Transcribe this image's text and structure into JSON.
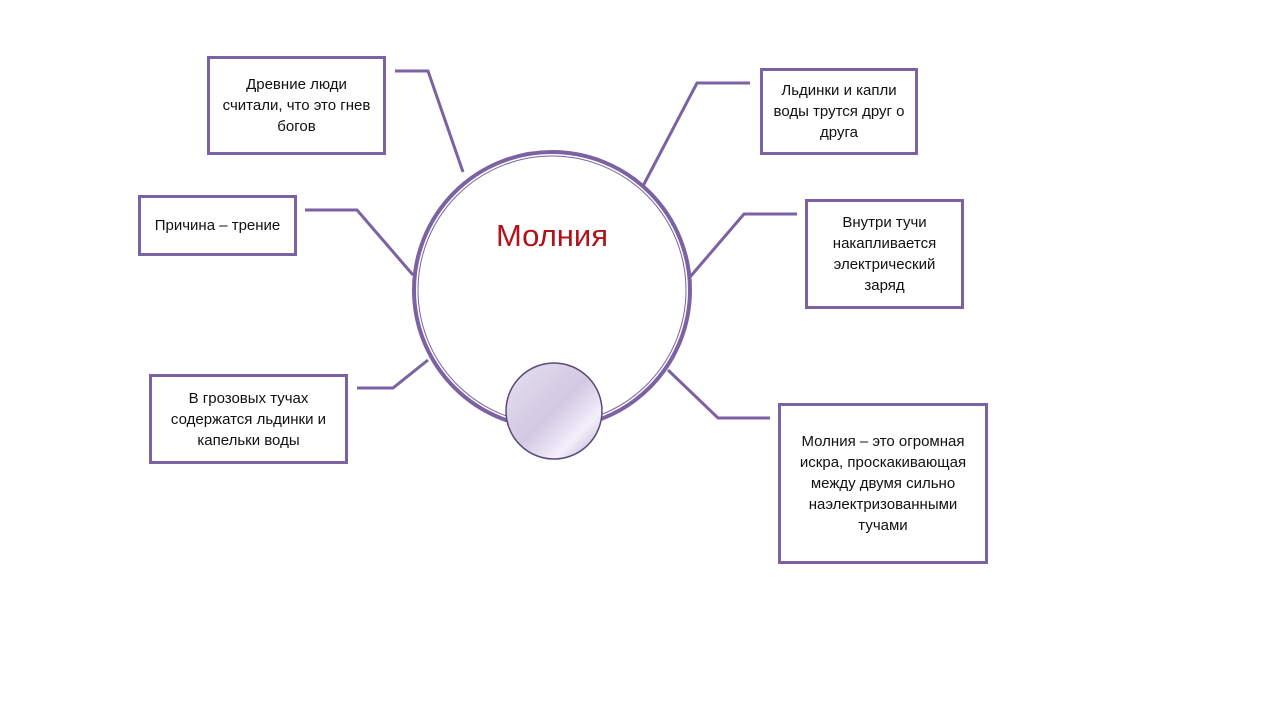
{
  "center": {
    "title": "Молния"
  },
  "nodes": [
    {
      "text": "Древние люди считали, что это гнев богов"
    },
    {
      "text": "Причина – трение"
    },
    {
      "text": "В грозовых тучах содержатся льдинки и капельки воды"
    },
    {
      "text": "Льдинки и капли воды трутся друг о друга"
    },
    {
      "text": "Внутри тучи накапливается электрический заряд"
    },
    {
      "text": "Молния – это огромная искра, проскакивающая между двумя сильно наэлектризованными тучами"
    }
  ],
  "colors": {
    "stroke": "#7b62a3",
    "title": "#b3121b"
  }
}
